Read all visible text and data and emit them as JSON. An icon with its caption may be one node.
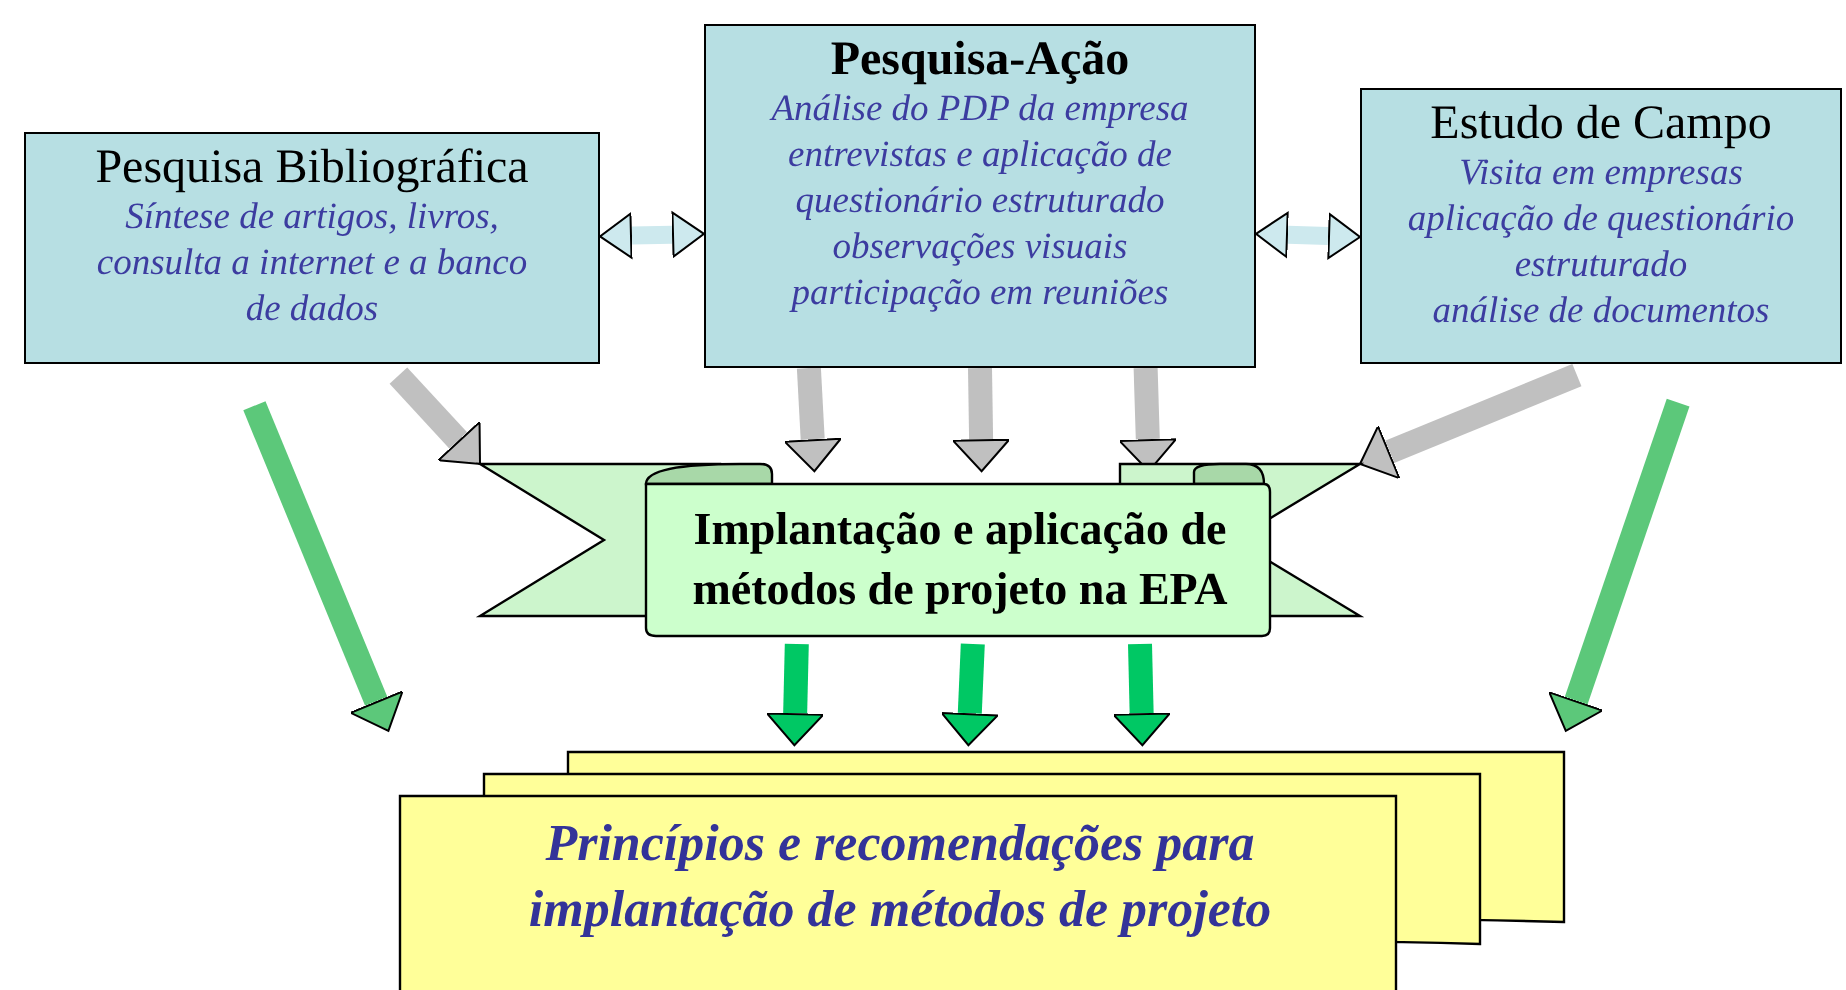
{
  "diagram": {
    "nodes": [
      {
        "text": [
          "Pesquisa Bibliográfica",
          "Síntese de artigos, livros, consulta a internet e a banco de dados"
        ]
      },
      {
        "text": [
          "Pesquisa-Ação",
          "Análise do PDP da empresa",
          "entrevistas e aplicação de questionário estruturado",
          "observações visuais",
          "participação em reuniões"
        ]
      },
      {
        "text": [
          "Estudo de Campo",
          "Visita em empresas",
          "aplicação de questionário estruturado",
          "análise de documentos"
        ]
      },
      {
        "text": [
          "Implantação e aplicação de métodos de projeto na EPA"
        ]
      },
      {
        "text": [
          "Princípios e recomendações para implantação de métodos de projeto"
        ]
      }
    ],
    "edges": [
      {
        "from": 0,
        "to": 1,
        "arrow": "both",
        "color": "#cde9ee"
      },
      {
        "from": 1,
        "to": 2,
        "arrow": "both",
        "color": "#cde9ee"
      },
      {
        "from": 0,
        "to": 3,
        "arrow": "to",
        "color": "#c0c0c0"
      },
      {
        "from": 1,
        "to": 3,
        "arrow": "to",
        "color": "#c0c0c0"
      },
      {
        "from": 1,
        "to": 3,
        "arrow": "to",
        "color": "#c0c0c0"
      },
      {
        "from": 1,
        "to": 3,
        "arrow": "to",
        "color": "#c0c0c0"
      },
      {
        "from": 2,
        "to": 3,
        "arrow": "to",
        "color": "#c0c0c0"
      },
      {
        "from": 0,
        "to": 4,
        "arrow": "to",
        "color": "#5cc87a"
      },
      {
        "from": 3,
        "to": 4,
        "arrow": "to",
        "color": "#00c864"
      },
      {
        "from": 3,
        "to": 4,
        "arrow": "to",
        "color": "#00c864"
      },
      {
        "from": 3,
        "to": 4,
        "arrow": "to",
        "color": "#00c864"
      },
      {
        "from": 2,
        "to": 4,
        "arrow": "to",
        "color": "#5cc87a"
      }
    ]
  }
}
